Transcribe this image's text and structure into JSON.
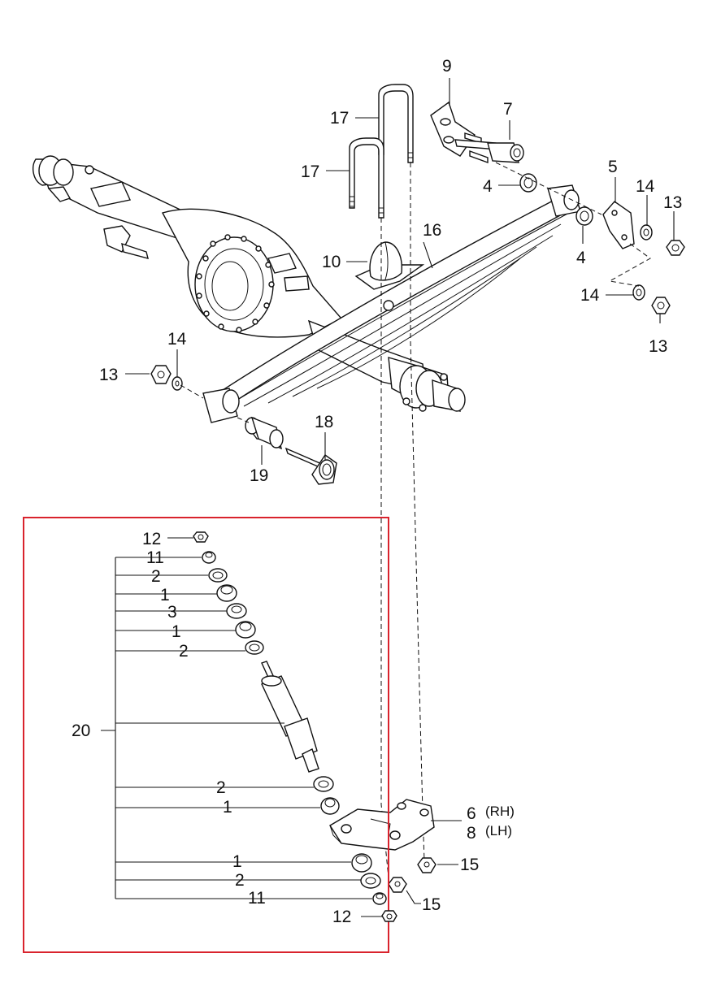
{
  "diagram": {
    "colors": {
      "line": "#111111",
      "background": "#ffffff",
      "highlight_box": "#d9232d"
    },
    "callouts": {
      "c9": "9",
      "c7": "7",
      "c17a": "17",
      "c17b": "17",
      "c4a": "4",
      "c4b": "4",
      "c5": "5",
      "c14a": "14",
      "c13a": "13",
      "c16": "16",
      "c10": "10",
      "c14b": "14",
      "c13b": "13",
      "c14c": "14",
      "c13c": "13",
      "c18": "18",
      "c19": "19",
      "c12a": "12",
      "c11a": "11",
      "c2a": "2",
      "c1a": "1",
      "c3": "3",
      "c1b": "1",
      "c2b": "2",
      "c20": "20",
      "c2c": "2",
      "c1c": "1",
      "c6": "6",
      "c6_side": "(RH)",
      "c8": "8",
      "c8_side": "(LH)",
      "c15a": "15",
      "c15b": "15",
      "c1d": "1",
      "c2d": "2",
      "c11b": "11",
      "c12b": "12"
    }
  }
}
